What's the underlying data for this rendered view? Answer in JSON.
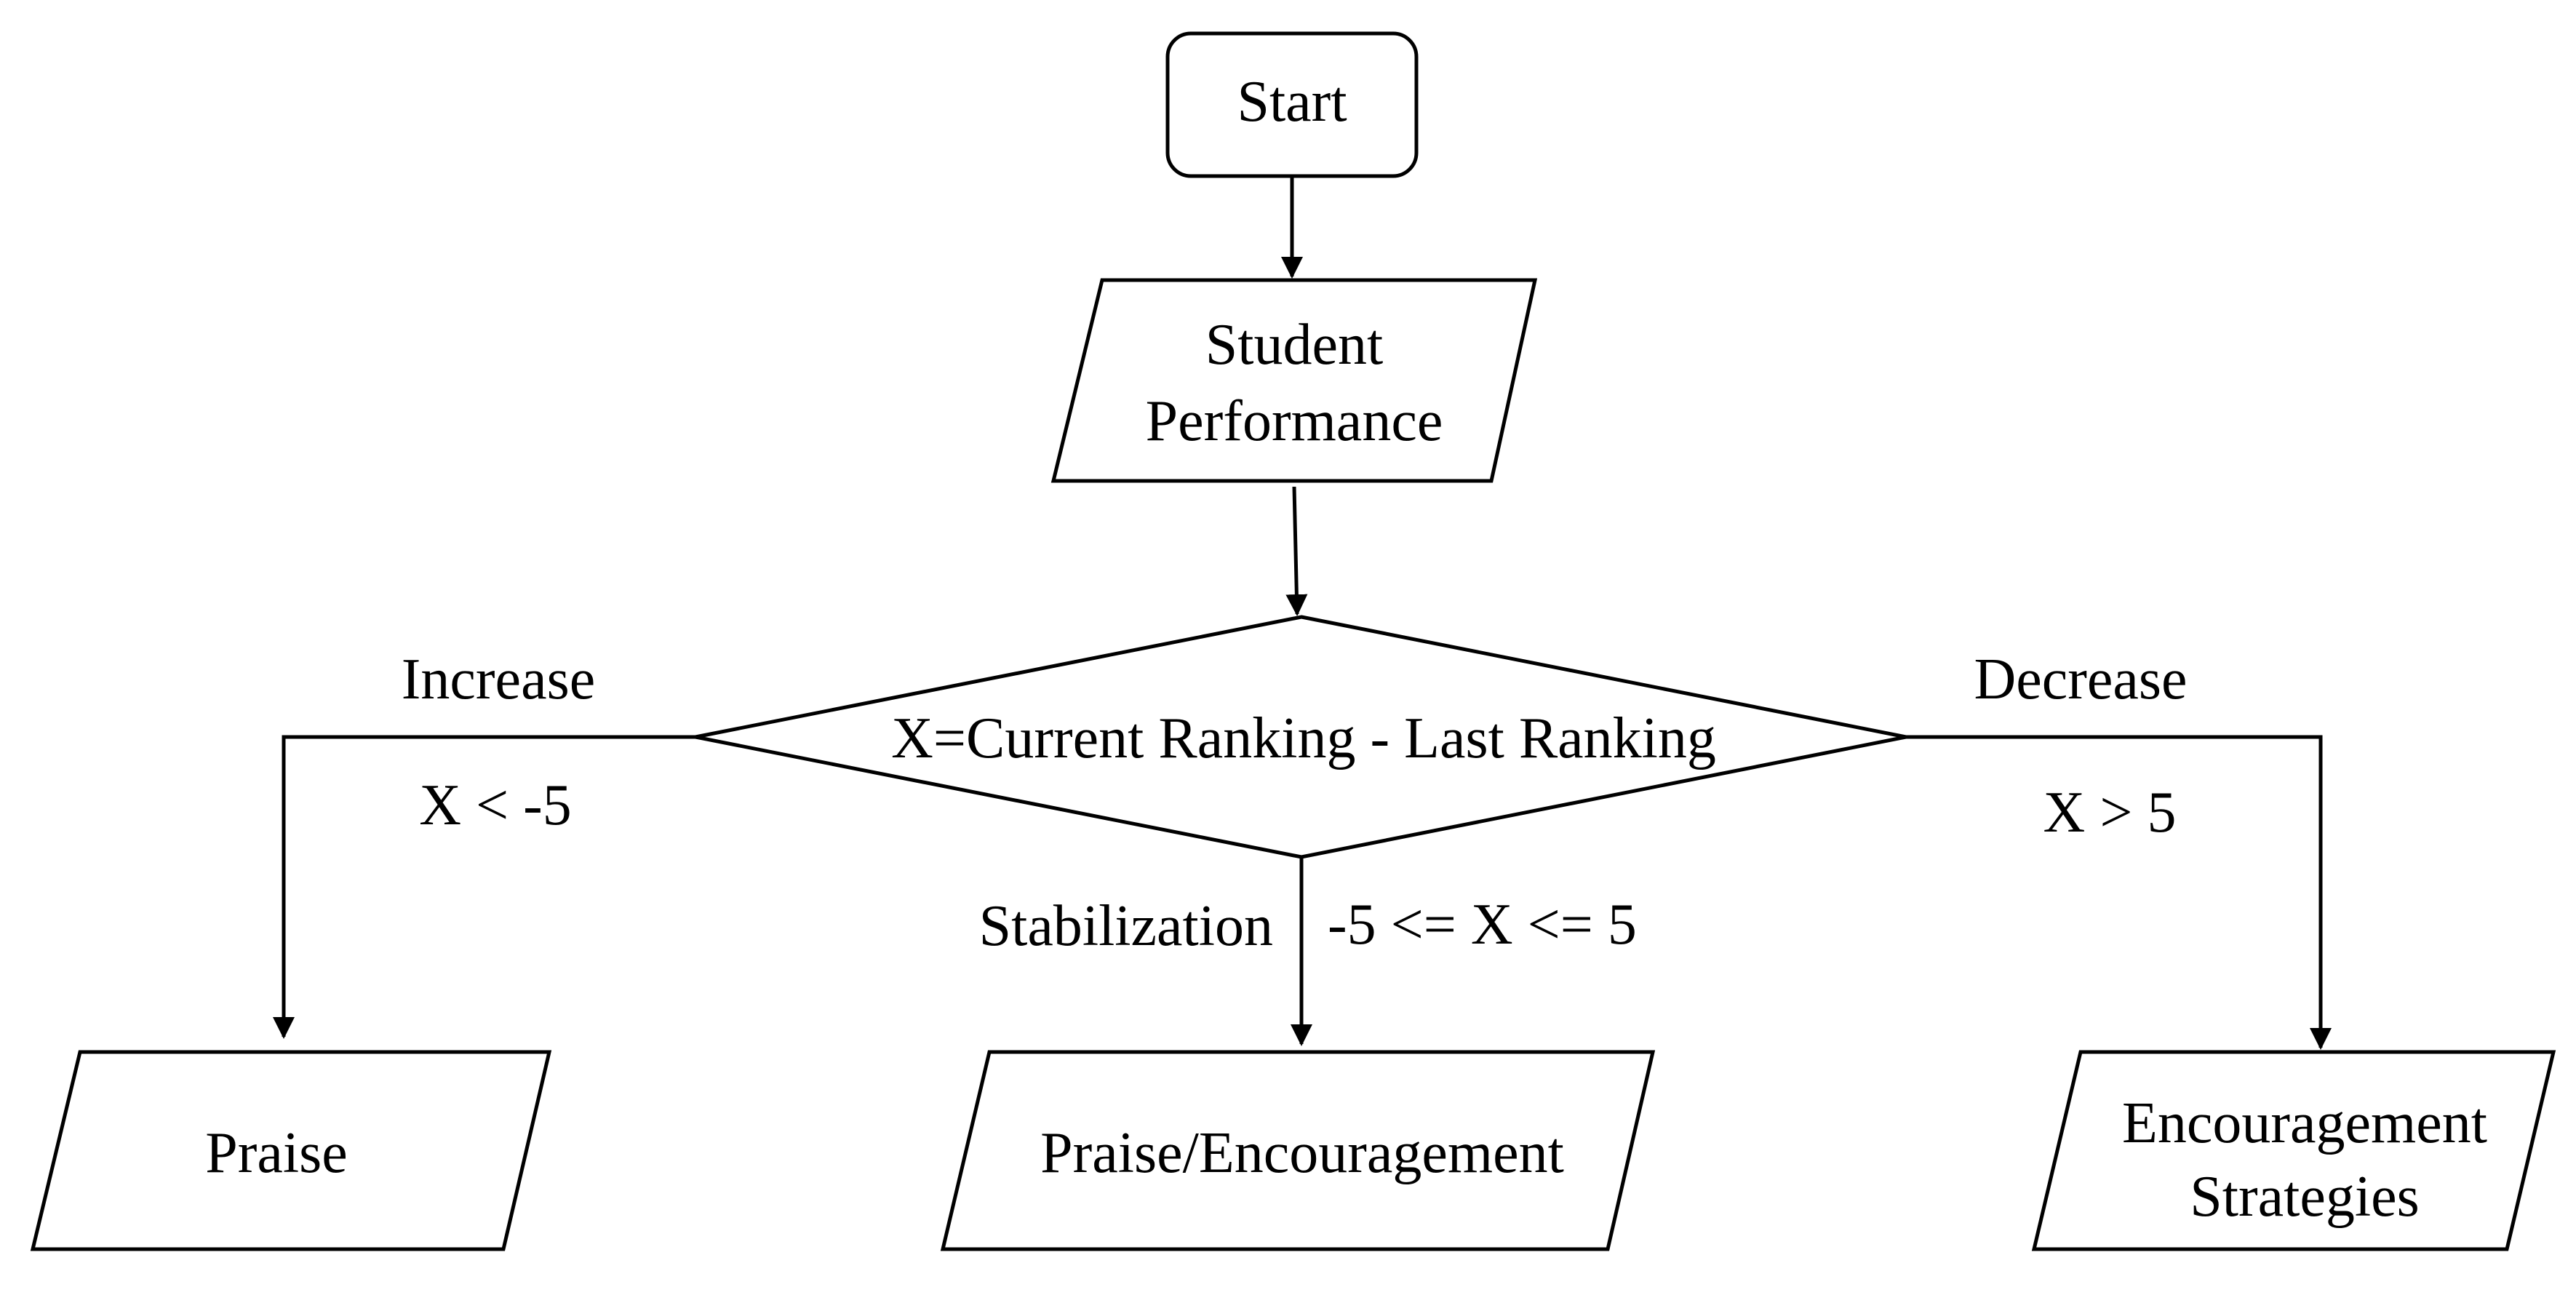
{
  "nodes": {
    "start": {
      "text": "Start"
    },
    "input": {
      "line1": "Student",
      "line2": "Performance"
    },
    "decision": {
      "text": "X=Current Ranking - Last Ranking"
    },
    "praise": {
      "text": "Praise"
    },
    "praise_encouragement": {
      "text": "Praise/Encouragement"
    },
    "encouragement_strategies": {
      "line1": "Encouragement",
      "line2": "Strategies"
    }
  },
  "branches": {
    "left": {
      "label": "Increase",
      "condition": "X < -5"
    },
    "center": {
      "label": "Stabilization",
      "condition": "-5 <= X <= 5"
    },
    "right": {
      "label": "Decrease",
      "condition": "X > 5"
    }
  }
}
